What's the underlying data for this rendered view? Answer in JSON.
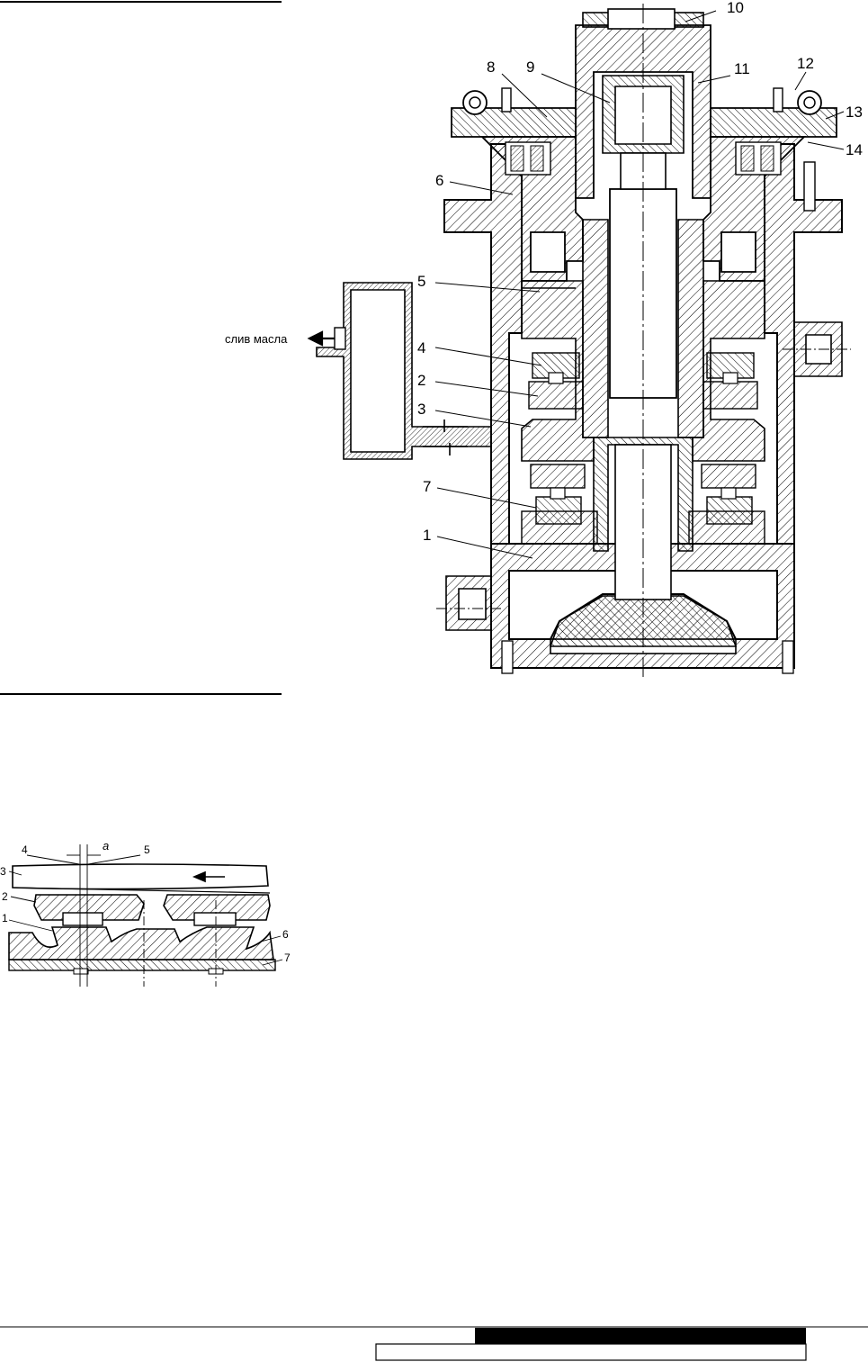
{
  "main_drawing": {
    "oil_drain_label": "слив масла",
    "parts": {
      "p1": "1",
      "p2": "2",
      "p3": "3",
      "p4": "4",
      "p5": "5",
      "p6": "6",
      "p7": "7",
      "p8": "8",
      "p9": "9",
      "p10": "10",
      "p11": "11",
      "p12": "12",
      "p13": "13",
      "p14": "14"
    }
  },
  "detail_drawing": {
    "gap_label": "a",
    "parts": {
      "p1": "1",
      "p2": "2",
      "p3": "3",
      "p4": "4",
      "p5": "5",
      "p6": "6",
      "p7": "7"
    }
  },
  "colors": {
    "ink": "#000000",
    "paper": "#ffffff"
  }
}
